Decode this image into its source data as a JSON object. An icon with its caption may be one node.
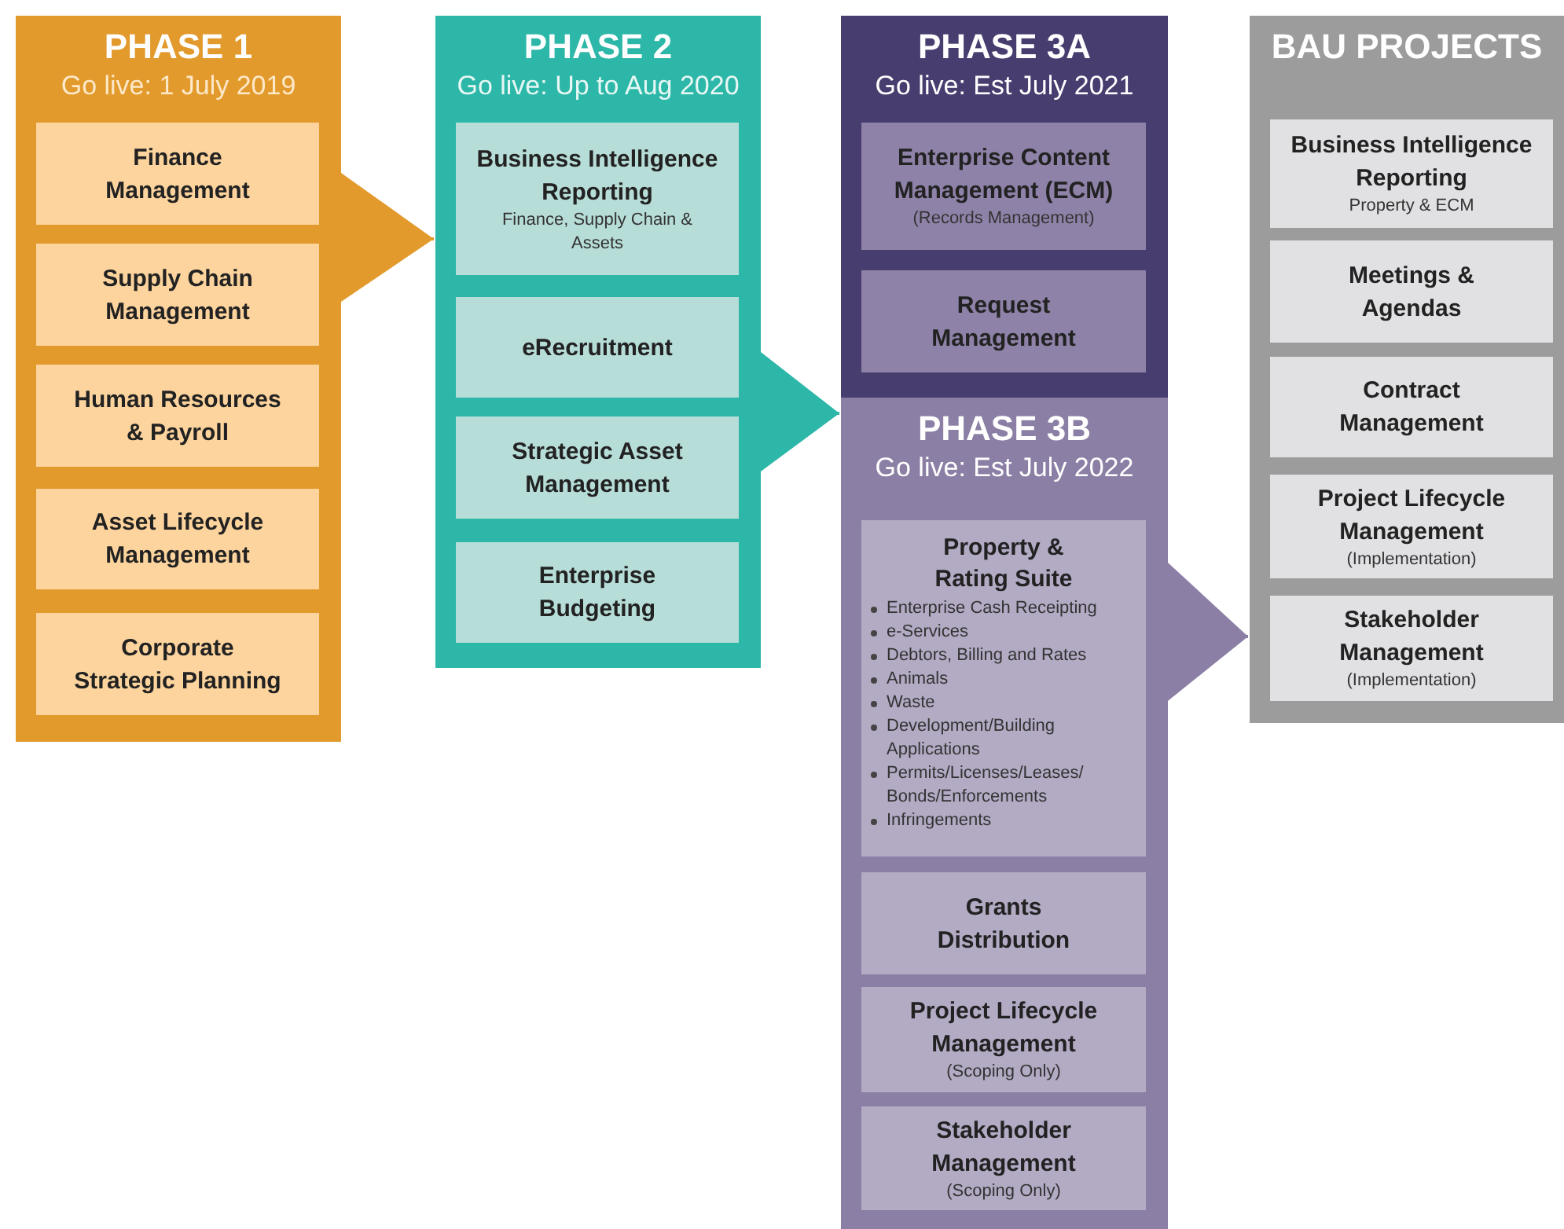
{
  "diagram": {
    "nodes": [
      {
        "text": [
          "PHASE 1",
          "Go live: 1 July 2019"
        ]
      },
      {
        "text": [
          "Finance Management"
        ],
        "in": 0
      },
      {
        "text": [
          "Supply Chain Management"
        ],
        "in": 0
      },
      {
        "text": [
          "Human Resources & Payroll"
        ],
        "in": 0
      },
      {
        "text": [
          "Asset Lifecycle Management"
        ],
        "in": 0
      },
      {
        "text": [
          "Corporate Strategic Planning"
        ],
        "in": 0
      },
      {
        "text": [
          "PHASE 2",
          "Go live: Up to Aug 2020"
        ]
      },
      {
        "text": [
          "Business Intelligence Reporting",
          "Finance, Supply Chain & Assets"
        ],
        "in": 6
      },
      {
        "text": [
          "eRecruitment"
        ],
        "in": 6
      },
      {
        "text": [
          "Strategic Asset Management"
        ],
        "in": 6
      },
      {
        "text": [
          "Enterprise Budgeting"
        ],
        "in": 6
      },
      {
        "text": [
          "PHASE 3A",
          "Go live: Est July 2021"
        ]
      },
      {
        "text": [
          "Enterprise Content Management (ECM)",
          "(Records Management)"
        ],
        "in": 11
      },
      {
        "text": [
          "Request Management"
        ],
        "in": 11
      },
      {
        "text": [
          "PHASE 3B",
          "Go live: Est July 2022"
        ]
      },
      {
        "text": [
          "Property & Rating Suite",
          "Enterprise Cash Receipting",
          "e-Services",
          "Debtors, Billing and Rates",
          "Animals",
          "Waste",
          "Development/Building Applications",
          "Permits/Licenses/Leases/ Bonds/Enforcements",
          "Infringements"
        ],
        "in": 14
      },
      {
        "text": [
          "Grants Distribution"
        ],
        "in": 14
      },
      {
        "text": [
          "Project Lifecycle Management",
          "(Scoping Only)"
        ],
        "in": 14
      },
      {
        "text": [
          "Stakeholder Management",
          "(Scoping Only)"
        ],
        "in": 14
      },
      {
        "text": [
          "BAU PROJECTS"
        ]
      },
      {
        "text": [
          "Business Intelligence Reporting",
          "Property & ECM"
        ],
        "in": 19
      },
      {
        "text": [
          "Meetings & Agendas"
        ],
        "in": 19
      },
      {
        "text": [
          "Contract Management"
        ],
        "in": 19
      },
      {
        "text": [
          "Project Lifecycle Management",
          "(Implementation)"
        ],
        "in": 19
      },
      {
        "text": [
          "Stakeholder Management",
          "(Implementation)"
        ],
        "in": 19
      }
    ],
    "edges": [
      {
        "from": 0,
        "to": 6,
        "arrow": "to",
        "color": "#e39a2d"
      },
      {
        "from": 6,
        "to": 14,
        "arrow": "to",
        "color": "#2db7a8"
      },
      {
        "from": 14,
        "to": 19,
        "arrow": "to",
        "color": "#8b7fa5"
      }
    ]
  }
}
